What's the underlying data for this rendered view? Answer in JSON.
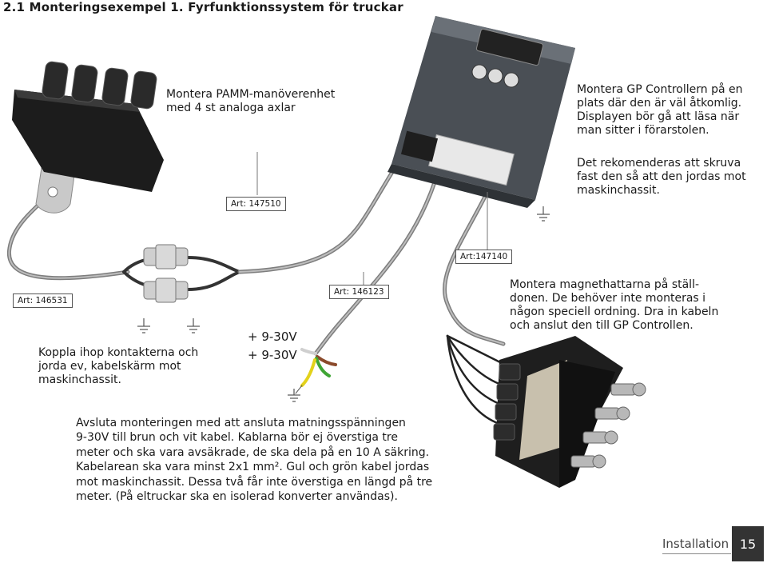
{
  "heading": "2.1 Monteringsexempel 1. Fyrfunktionssystem för truckar",
  "notes": {
    "pamm": "Montera PAMM-manöverenhet\nmed 4 st analoga axlar",
    "gp_controller": "Montera GP Controllern på en\nplats där den är väl åtkomlig.\nDisplayen bör gå att läsa när\nman sitter i förarstolen.",
    "screw": "Det rekomenderas att skruva\nfast den så att den jordas mot\nmaskinchassit.",
    "magnets": "Montera magnethattarna på ställ-\ndonen. De behöver inte monteras i\nnågon speciell ordning. Dra in kabeln\noch anslut den till GP Controllen.",
    "connect": "Koppla ihop kontakterna och\njorda ev, kabelskärm mot\nmaskinchassit.",
    "finish": "Avsluta monteringen med att ansluta matningsspänningen\n9-30V till brun och vit kabel. Kablarna bör ej överstiga tre\nmeter och ska vara avsäkrade, de ska dela på en 10 A säkring.\nKabelarean ska vara minst 2x1 mm². Gul och grön kabel jordas\nmot maskinchassit. Dessa två får inte överstiga en längd på tre\nmeter. (På eltruckar ska en isolerad konverter användas)."
  },
  "tags": {
    "art_147510": "Art: 147510",
    "art_147140": "Art:147140",
    "art_146531": "Art: 146531",
    "art_146123": "Art: 146123"
  },
  "voltage": {
    "v1": "+ 9-30V",
    "v2": "+ 9-30V"
  },
  "wire_colors": {
    "white": "#e8e8e8",
    "brown": "#8b4a2b",
    "green": "#3fa535",
    "yellow": "#e3d21b",
    "cable": "#8e8e8e"
  },
  "footer": {
    "section": "Installation",
    "page": "15"
  }
}
